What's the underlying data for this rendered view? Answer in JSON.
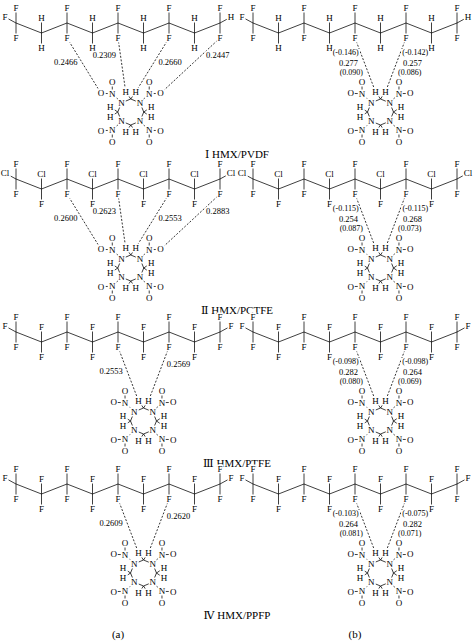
{
  "diagram": {
    "labels": [
      "F",
      "F",
      "F",
      "H",
      "H",
      "F",
      "F",
      "H",
      "H",
      "F",
      "F",
      "H",
      "H",
      "F",
      "F",
      "H",
      "H",
      "F",
      "F",
      "H",
      "H",
      "H",
      "N",
      "N",
      "O",
      "O",
      "H",
      "H",
      "N",
      "N",
      "O",
      "O",
      "H",
      "H",
      "N",
      "N",
      "O",
      "O",
      "H",
      "H",
      "N",
      "N",
      "O",
      "O",
      "0.2466",
      "0.2309",
      "0.2660",
      "0.2447",
      "F",
      "F",
      "F",
      "H",
      "H",
      "F",
      "F",
      "H",
      "H",
      "F",
      "F",
      "H",
      "H",
      "F",
      "F",
      "H",
      "H",
      "F",
      "F",
      "H",
      "H",
      "H",
      "N",
      "N",
      "O",
      "O",
      "H",
      "H",
      "N",
      "N",
      "O",
      "O",
      "H",
      "H",
      "N",
      "N",
      "O",
      "O",
      "H",
      "H",
      "N",
      "N",
      "O",
      "O",
      "(-0.146)",
      "(-0.142)",
      "0.277",
      "0.257",
      "(0.090)",
      "(0.086)",
      "Ⅰ HMX/PVDF",
      "Cl",
      "F",
      "F",
      "Cl",
      "F",
      "F",
      "F",
      "Cl",
      "F",
      "F",
      "F",
      "Cl",
      "F",
      "F",
      "F",
      "Cl",
      "F",
      "F",
      "F",
      "Cl",
      "H",
      "H",
      "N",
      "N",
      "O",
      "O",
      "H",
      "H",
      "N",
      "N",
      "O",
      "O",
      "H",
      "H",
      "N",
      "N",
      "O",
      "O",
      "H",
      "H",
      "N",
      "N",
      "O",
      "O",
      "0.2600",
      "0.2623",
      "0.2553",
      "0.2883",
      "Cl",
      "F",
      "F",
      "Cl",
      "F",
      "F",
      "F",
      "Cl",
      "F",
      "F",
      "F",
      "Cl",
      "F",
      "F",
      "F",
      "Cl",
      "F",
      "F",
      "F",
      "Cl",
      "H",
      "H",
      "N",
      "N",
      "O",
      "O",
      "H",
      "H",
      "N",
      "N",
      "O",
      "O",
      "H",
      "H",
      "N",
      "N",
      "O",
      "O",
      "H",
      "H",
      "N",
      "N",
      "O",
      "O",
      "(-0.115)",
      "(-0.115)",
      "0.254",
      "0.268",
      "(0.087)",
      "(0.073)",
      "Ⅱ HMX/PCTFE",
      "F",
      "F",
      "F",
      "F",
      "F",
      "F",
      "F",
      "F",
      "F",
      "F",
      "F",
      "F",
      "F",
      "F",
      "F",
      "F",
      "F",
      "F",
      "F",
      "F",
      "H",
      "H",
      "N",
      "N",
      "O",
      "O",
      "H",
      "H",
      "N",
      "N",
      "O",
      "O",
      "H",
      "H",
      "N",
      "N",
      "O",
      "O",
      "H",
      "H",
      "N",
      "N",
      "O",
      "O",
      "0.2553",
      "0.2569",
      "F",
      "F",
      "F",
      "F",
      "F",
      "F",
      "F",
      "F",
      "F",
      "F",
      "F",
      "F",
      "F",
      "F",
      "F",
      "F",
      "F",
      "F",
      "F",
      "F",
      "H",
      "H",
      "N",
      "N",
      "O",
      "O",
      "H",
      "H",
      "N",
      "N",
      "O",
      "O",
      "H",
      "H",
      "N",
      "N",
      "O",
      "O",
      "H",
      "H",
      "N",
      "N",
      "O",
      "O",
      "(-0.098)",
      "(-0.098)",
      "0.282",
      "0.264",
      "(0.080)",
      "(0.069)",
      "Ⅲ HMX/PTFE",
      "F",
      "F",
      "F",
      "F",
      "F",
      "F",
      "F",
      "F",
      "F",
      "F",
      "F",
      "F",
      "F",
      "F",
      "F",
      "F",
      "F",
      "F",
      "F",
      "F",
      "H",
      "H",
      "N",
      "N",
      "O",
      "O",
      "H",
      "H",
      "N",
      "N",
      "O",
      "O",
      "H",
      "H",
      "N",
      "N",
      "O",
      "O",
      "H",
      "H",
      "N",
      "N",
      "O",
      "O",
      "0.2609",
      "0.2620",
      "F",
      "F",
      "F",
      "F",
      "F",
      "F",
      "F",
      "F",
      "F",
      "F",
      "F",
      "F",
      "F",
      "F",
      "F",
      "F",
      "F",
      "F",
      "F",
      "F",
      "H",
      "H",
      "N",
      "N",
      "O",
      "O",
      "H",
      "H",
      "N",
      "N",
      "O",
      "O",
      "H",
      "H",
      "N",
      "N",
      "O",
      "O",
      "H",
      "H",
      "N",
      "N",
      "O",
      "O",
      "(-0.103)",
      "(-0.075)",
      "0.264",
      "0.282",
      "(0.081)",
      "(0.071)",
      "Ⅳ HMX/PPFP",
      "(a)",
      "(b)"
    ]
  }
}
